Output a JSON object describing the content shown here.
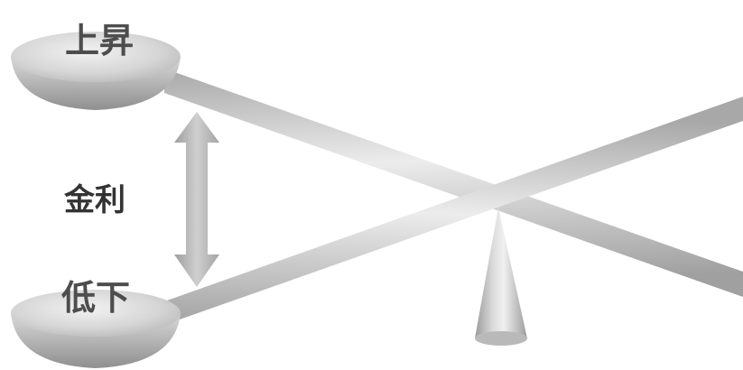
{
  "labels": {
    "top_bowl": "上昇",
    "bottom_bowl": "低下",
    "middle": "金利"
  },
  "colors": {
    "rod": "#bdbdbd",
    "bowl": "#b3b3b3",
    "arrow": "#a6a6a6",
    "text": "#4d4d4d"
  }
}
